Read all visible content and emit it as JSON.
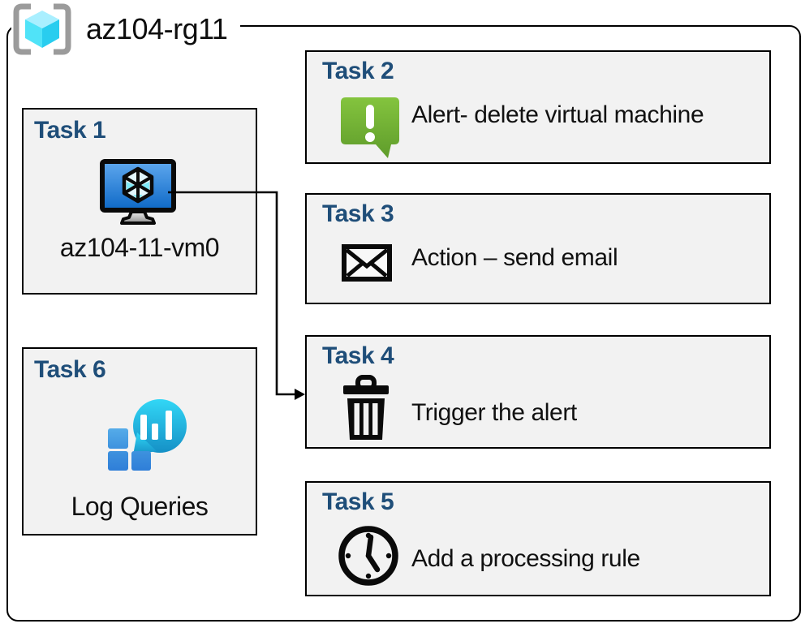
{
  "resource_group": {
    "name": "az104-rg11",
    "icon": "resource-group-icon"
  },
  "tasks": [
    {
      "id": "task1",
      "title": "Task 1",
      "icon": "virtual-machine-icon",
      "label": "az104-11-vm0"
    },
    {
      "id": "task2",
      "title": "Task 2",
      "icon": "alert-icon",
      "label": "Alert- delete virtual machine"
    },
    {
      "id": "task3",
      "title": "Task 3",
      "icon": "email-icon",
      "label": "Action – send email"
    },
    {
      "id": "task4",
      "title": "Task 4",
      "icon": "trash-icon",
      "label": "Trigger the alert"
    },
    {
      "id": "task5",
      "title": "Task 5",
      "icon": "clock-icon",
      "label": "Add a processing rule"
    },
    {
      "id": "task6",
      "title": "Task 6",
      "icon": "log-queries-icon",
      "label": "Log Queries"
    }
  ],
  "arrow": {
    "from": "task1",
    "to": "task4"
  },
  "colors": {
    "task_title": "#1F4E79",
    "box_fill": "#F2F2F2",
    "border": "#000000",
    "alert_green_top": "#84C43E",
    "alert_green_bottom": "#5F9C2B",
    "vm_blue_top": "#5FA8EE",
    "vm_blue_bottom": "#0D68C6",
    "log_teal_top": "#32D7F6",
    "log_teal_bottom": "#1590C6",
    "log_square_blue": "#3F94DF",
    "rg_cube_cyan": "#50E3F8",
    "rg_bracket_gray": "#9B9B9B"
  }
}
